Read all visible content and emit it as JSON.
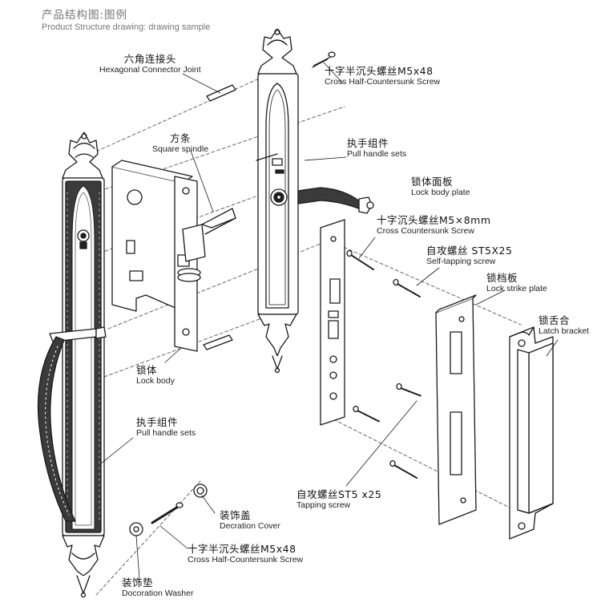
{
  "header": {
    "title_zh": "产品结构图:图例",
    "title_en": "Product Structure drawing: drawing sample"
  },
  "labels": {
    "hex_connector": {
      "zh": "六角连接头",
      "en": "Hexagonal Connector Joint"
    },
    "screw_top": {
      "zh": "十字半沉头螺丝M5x48",
      "en": "Cross Half-Countersunk Screw"
    },
    "square_spindle": {
      "zh": "方条",
      "en": "Square spindle"
    },
    "pull_handle_top": {
      "zh": "执手组件",
      "en": "Pull handle sets"
    },
    "lock_body_plate": {
      "zh": "锁体面板",
      "en": "Lock body plate"
    },
    "countersunk_screw": {
      "zh": "十字沉头螺丝M5×8mm",
      "en": "Cross Countersunk Screw"
    },
    "self_tapping": {
      "zh": "自攻螺丝 ST5X25",
      "en": "Self-tapping screw"
    },
    "strike_plate": {
      "zh": "锁档板",
      "en": "Lock strike plate"
    },
    "latch_bracket": {
      "zh": "锁舌合",
      "en": "Latch bracket"
    },
    "lock_body": {
      "zh": "锁体",
      "en": "Lock body"
    },
    "pull_handle_bottom": {
      "zh": "执手组件",
      "en": "Pull handle sets"
    },
    "tapping_screw": {
      "zh": "自攻螺丝ST5 x25",
      "en": "Tapping screw"
    },
    "decoration_cover": {
      "zh": "装饰盖",
      "en": "Decration Cover"
    },
    "screw_bottom": {
      "zh": "十字半沉头螺丝M5x48",
      "en": "Cross Half-Countersunk Screw"
    },
    "decoration_washer": {
      "zh": "装饰垫",
      "en": "Docoration Washer"
    }
  }
}
